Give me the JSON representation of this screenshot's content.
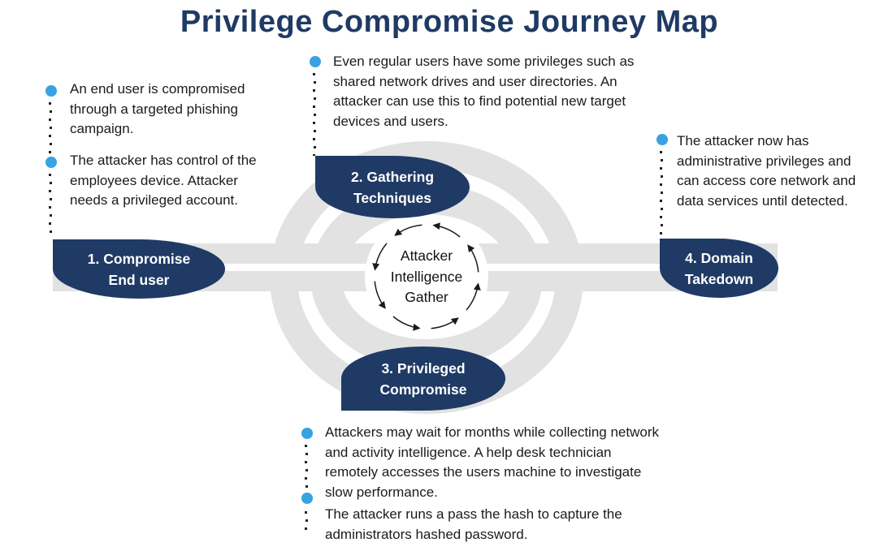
{
  "title": "Privilege Compromise Journey Map",
  "center": {
    "line1": "Attacker",
    "line2": "Intelligence",
    "line3": "Gather"
  },
  "stages": [
    {
      "line1": "1. Compromise",
      "line2": "End user"
    },
    {
      "line1": "2. Gathering",
      "line2": "Techniques"
    },
    {
      "line1": "3. Privileged",
      "line2": "Compromise"
    },
    {
      "line1": "4. Domain",
      "line2": "Takedown"
    }
  ],
  "notes": {
    "left": [
      "An end user is compromised through a targeted phishing campaign.",
      "The attacker has control of the employees device. Attacker needs a privileged account."
    ],
    "top": [
      "Even regular users have some privileges such as shared network drives and user directories. An attacker can use this to find potential new target devices and users."
    ],
    "right": [
      "The attacker now has administrative privileges and can access core network and data services until detected."
    ],
    "bottom": [
      "Attackers may wait for months while collecting network and activity intelligence. A help desk technician remotely accesses the users machine to investigate slow performance.",
      "The attacker runs a pass the hash to capture the administrators hashed password."
    ]
  },
  "colors": {
    "navy": "#1f3a64",
    "bullet_blue": "#38a2e3",
    "ring_gray": "#e2e2e2",
    "text_black": "#1b1b1b"
  }
}
